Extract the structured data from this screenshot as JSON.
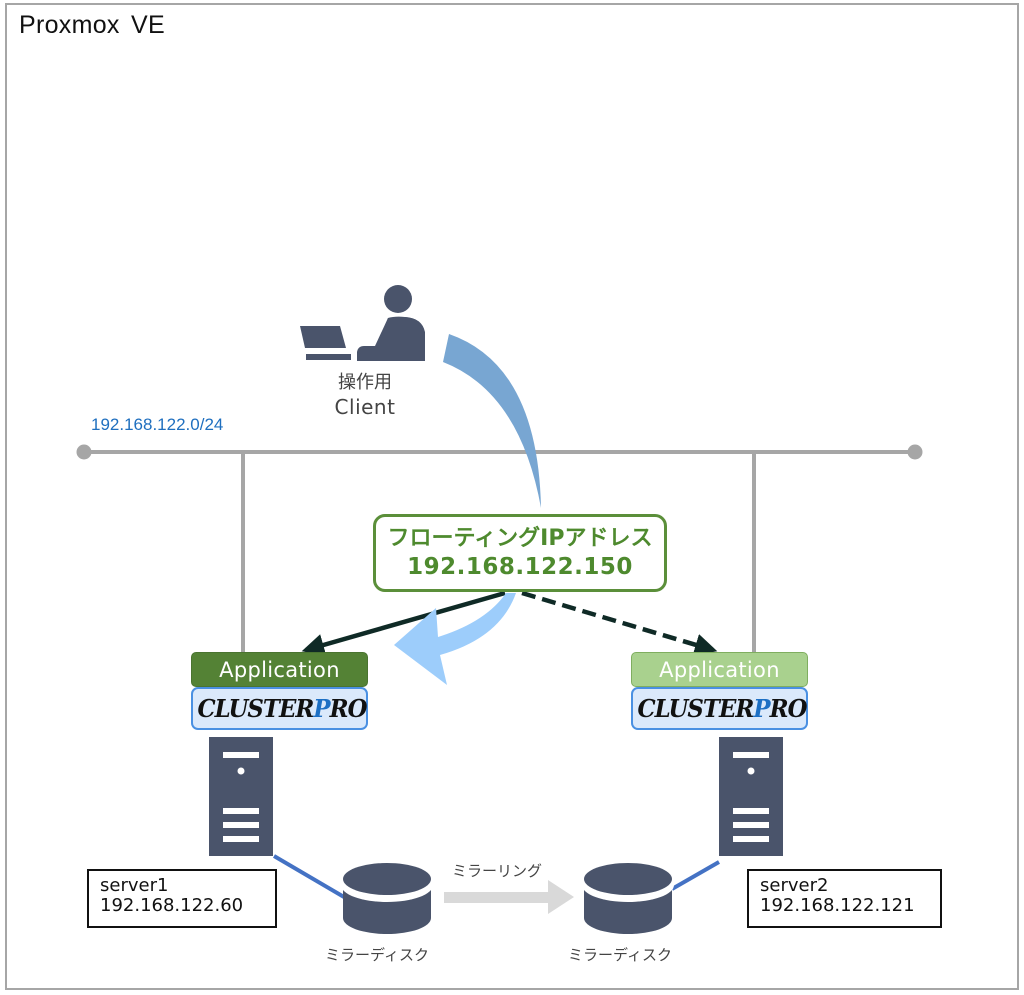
{
  "window": {
    "title": "Proxmox VE"
  },
  "network": {
    "label": "192.168.122.0/24"
  },
  "client": {
    "label_line1": "操作用",
    "label_line2": "Client",
    "icon": "person-at-laptop-icon"
  },
  "floating_ip": {
    "label": "フローティングIPアドレス",
    "address": "192.168.122.150"
  },
  "nodes": [
    {
      "app_label": "Application",
      "app_state": "active",
      "app_color": "#548235",
      "product_logo": {
        "prefix": "CLUSTER",
        "highlight": "P",
        "suffix": "RO"
      },
      "hostname": "server1",
      "ip": "192.168.122.60",
      "disk_label": "ミラーディスク"
    },
    {
      "app_label": "Application",
      "app_state": "standby",
      "app_color": "#a9d18e",
      "product_logo": {
        "prefix": "CLUSTER",
        "highlight": "P",
        "suffix": "RO"
      },
      "hostname": "server2",
      "ip": "192.168.122.121",
      "disk_label": "ミラーディスク"
    }
  ],
  "mirroring": {
    "label": "ミラーリング"
  },
  "colors": {
    "icon_fill": "#4a546b",
    "network_line": "#a6a6a6",
    "network_label": "#1f6fbf",
    "floating_ip_border": "#5b8f3a",
    "client_arrow": "#78a6d2",
    "failover_arrow": "#9dcdfb",
    "disk_link": "#4472c4",
    "mirror_arrow": "#d9d9d9",
    "route_arrow": "#0f2a26"
  }
}
